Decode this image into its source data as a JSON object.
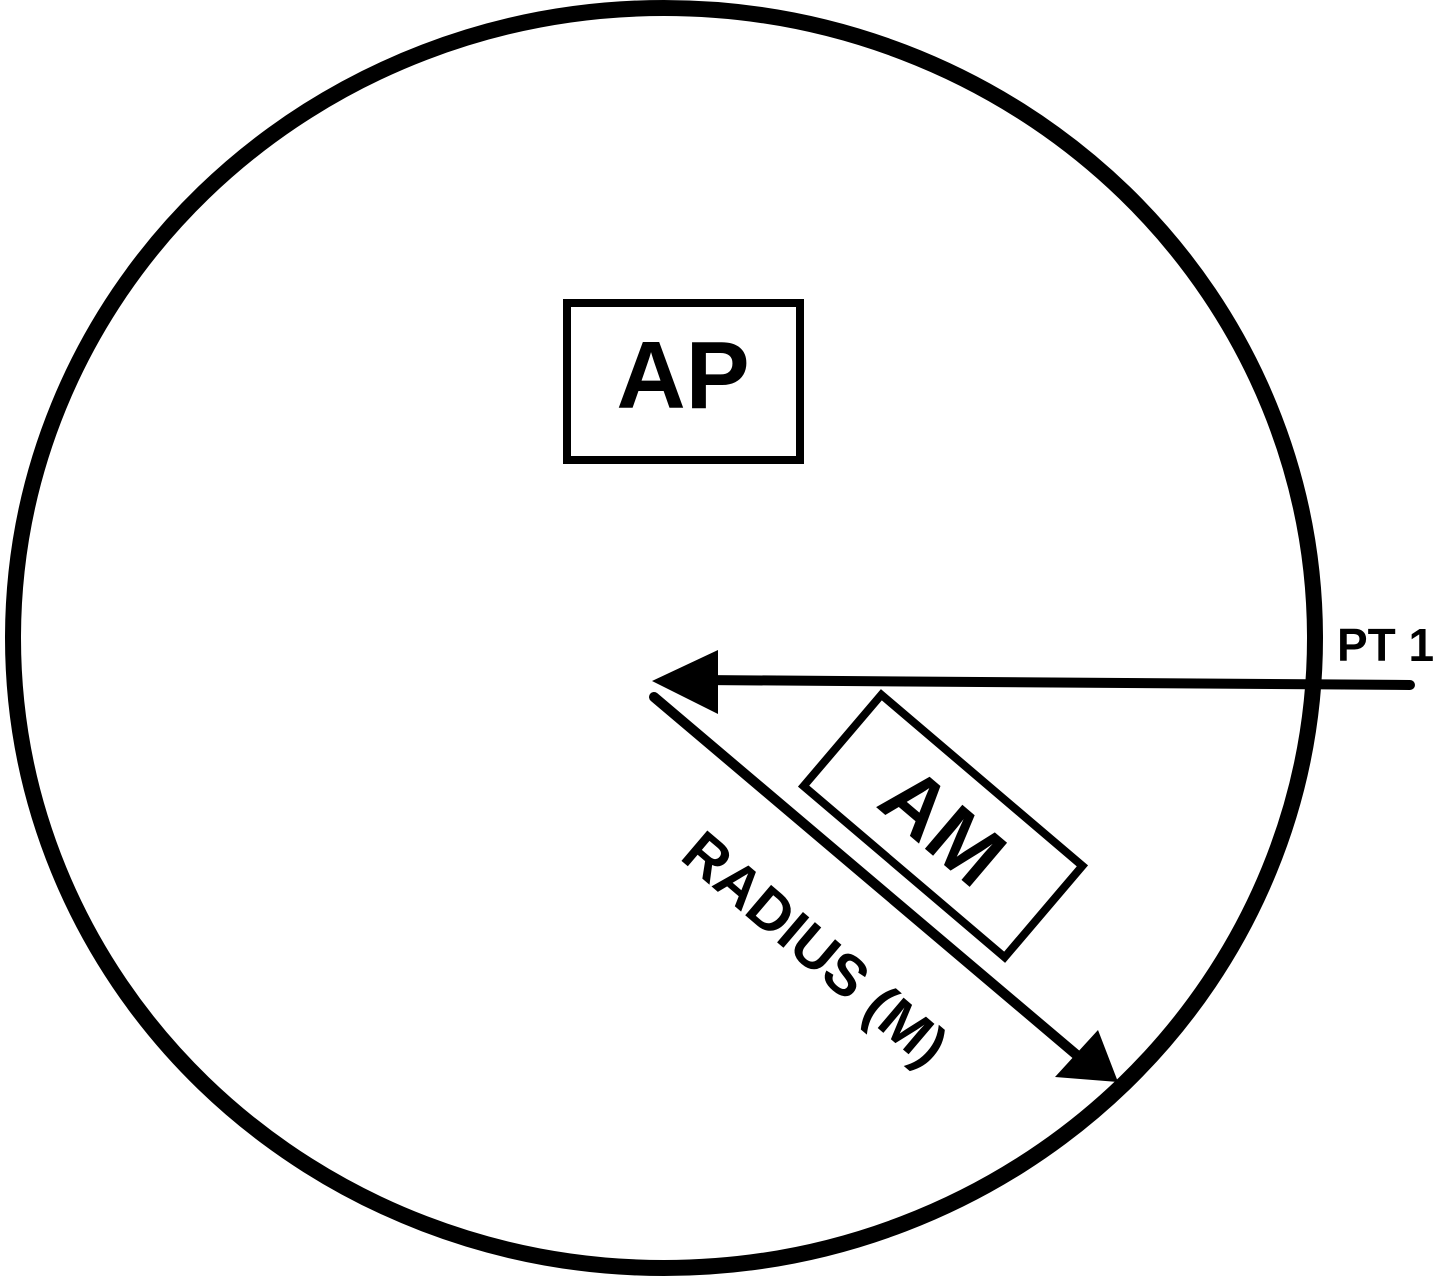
{
  "labels": {
    "area_box": "AP",
    "rotated_box": "AM",
    "radius": "RADIUS (M)",
    "point": "PT 1"
  },
  "colors": {
    "stroke": "#000000",
    "background": "#ffffff"
  }
}
